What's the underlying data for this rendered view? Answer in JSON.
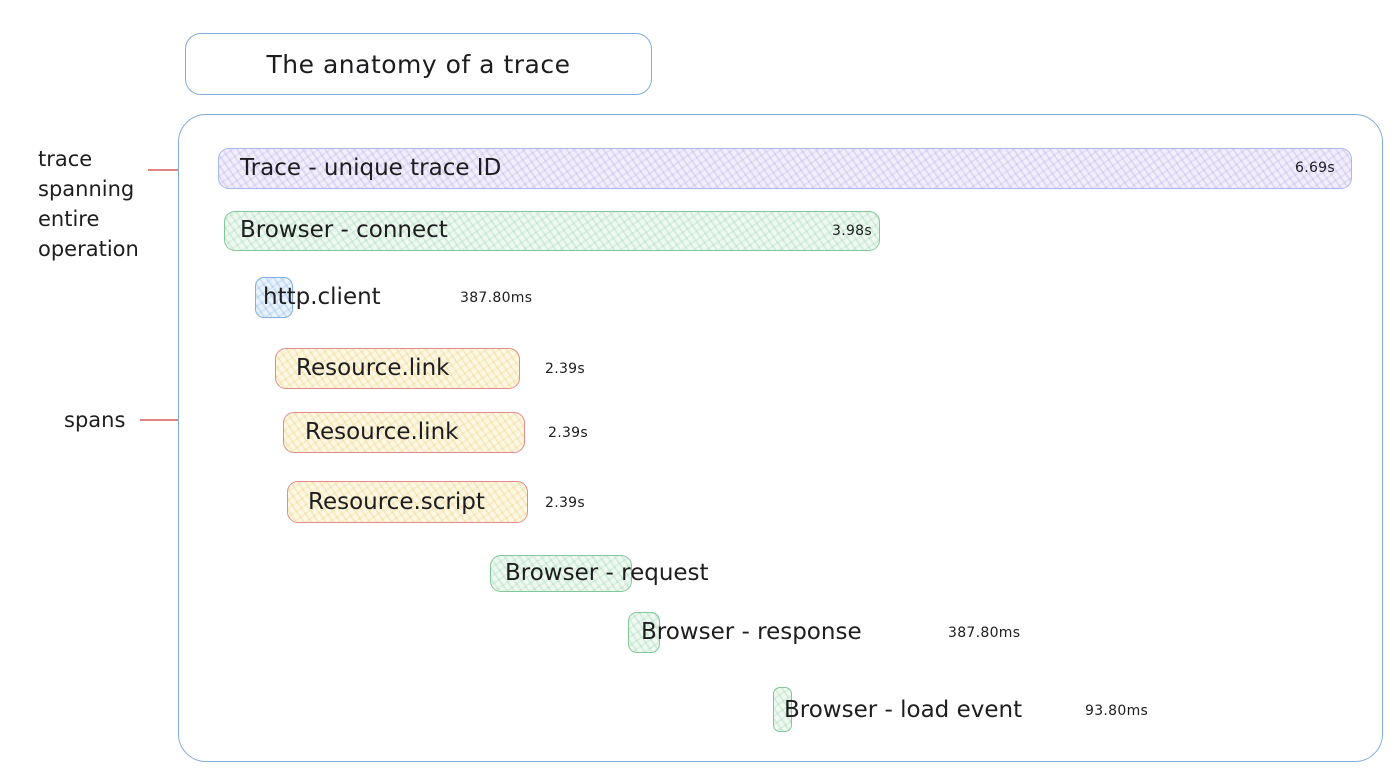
{
  "title": "The anatomy of a trace",
  "annotations": {
    "trace": "trace\nspanning\nentire\noperation",
    "spans": "spans"
  },
  "trace_bar": {
    "label": "Trace - unique trace ID",
    "duration": "6.69s"
  },
  "spans": [
    {
      "label": "Browser - connect",
      "duration": "3.98s"
    },
    {
      "label": "http.client",
      "duration": "387.80ms"
    },
    {
      "label": "Resource.link",
      "duration": "2.39s"
    },
    {
      "label": "Resource.link",
      "duration": "2.39s"
    },
    {
      "label": "Resource.script",
      "duration": "2.39s"
    },
    {
      "label": "Browser - request",
      "duration": ""
    },
    {
      "label": "Browser - response",
      "duration": "387.80ms"
    },
    {
      "label": "Browser - load event",
      "duration": "93.80ms"
    }
  ],
  "colors": {
    "outline_blue": "#84abdb",
    "connector_red": "#e08484",
    "trace_fill": "#f2eefb",
    "trace_border": "#a9b9ec",
    "browser_fill": "#eff9f1",
    "browser_border": "#82c79b",
    "http_fill": "#eaf3fc",
    "http_border": "#7fb0e3",
    "resource_fill": "#fdf8e4",
    "resource_border": "#e58a8a",
    "text": "#1d1d1f"
  }
}
